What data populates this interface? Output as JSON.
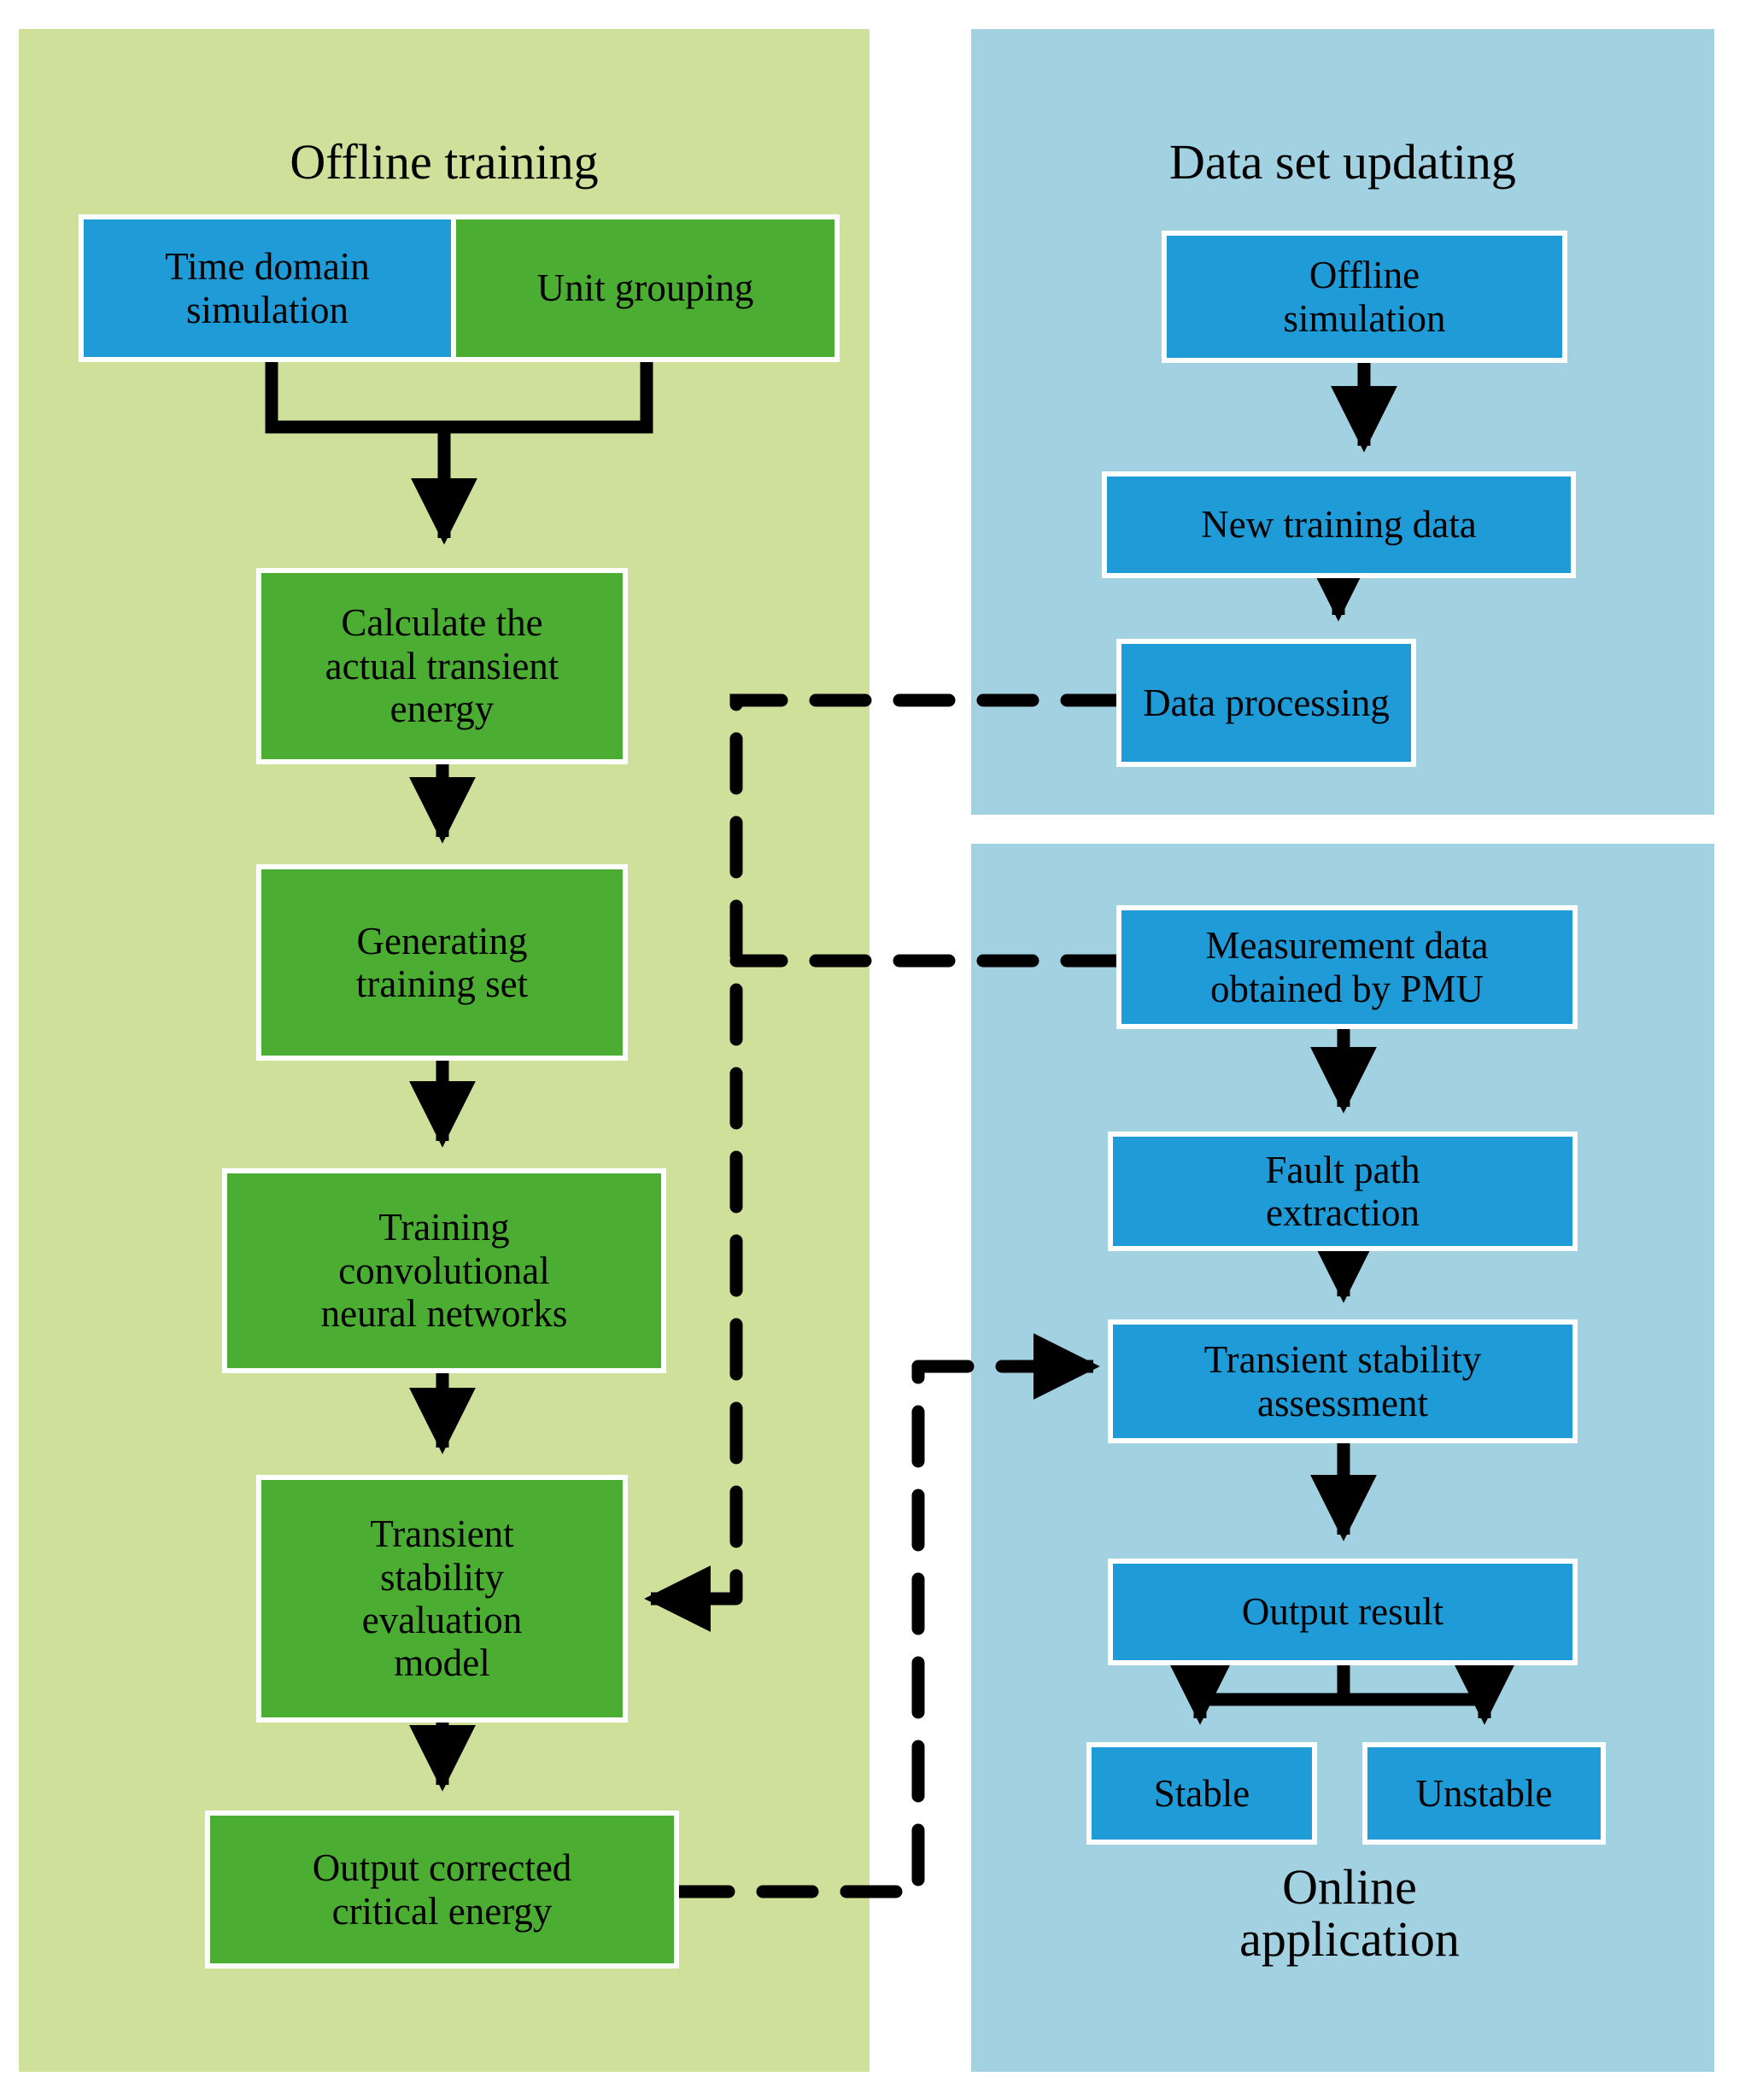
{
  "diagram": {
    "title": "Transient stability assessment workflow",
    "colors": {
      "panel_offline_bg": "#cfe09a",
      "panel_blue_bg": "#a2d2e2",
      "node_blue": "#1f9bd8",
      "node_green": "#4bad32",
      "node_border": "#ffffff",
      "arrow": "#000000",
      "text": "#000000"
    },
    "panels": [
      {
        "id": "offline-training",
        "title": "Offline training",
        "bg": "#cfe09a"
      },
      {
        "id": "data-set-updating",
        "title": "Data set  updating",
        "bg": "#a2d2e2"
      },
      {
        "id": "online-application",
        "title": "Online\napplication",
        "bg": "#a2d2e2"
      }
    ],
    "nodes": {
      "time_domain_simulation": "Time domain\nsimulation",
      "unit_grouping": "Unit grouping",
      "calculate_actual_transient_energy": "Calculate the\nactual transient\nenergy",
      "generating_training_set": "Generating\ntraining set",
      "training_convolutional_neural_networks": "Training\nconvolutional\nneural networks",
      "transient_stability_evaluation_model": "Transient\nstability\nevaluation\nmodel",
      "output_corrected_critical_energy": "Output corrected\ncritical energy",
      "offline_simulation": "Offline\nsimulation",
      "new_training_data": "New training data",
      "data_processing": "Data processing",
      "measurement_data_obtained_by_pmu": "Measurement data\nobtained by PMU",
      "fault_path_extraction": "Fault path\nextraction",
      "transient_stability_assessment": "Transient stability\nassessment",
      "output_result": "Output result",
      "stable": "Stable",
      "unstable": "Unstable"
    },
    "edges": [
      {
        "from": "time_domain_simulation",
        "to": "calculate_actual_transient_energy",
        "style": "solid"
      },
      {
        "from": "unit_grouping",
        "to": "calculate_actual_transient_energy",
        "style": "solid"
      },
      {
        "from": "calculate_actual_transient_energy",
        "to": "generating_training_set",
        "style": "solid"
      },
      {
        "from": "generating_training_set",
        "to": "training_convolutional_neural_networks",
        "style": "solid"
      },
      {
        "from": "training_convolutional_neural_networks",
        "to": "transient_stability_evaluation_model",
        "style": "solid"
      },
      {
        "from": "transient_stability_evaluation_model",
        "to": "output_corrected_critical_energy",
        "style": "solid"
      },
      {
        "from": "offline_simulation",
        "to": "new_training_data",
        "style": "solid"
      },
      {
        "from": "new_training_data",
        "to": "data_processing",
        "style": "solid"
      },
      {
        "from": "data_processing",
        "to": "transient_stability_evaluation_model",
        "style": "dashed"
      },
      {
        "from": "measurement_data_obtained_by_pmu",
        "to": "transient_stability_evaluation_model",
        "style": "dashed"
      },
      {
        "from": "measurement_data_obtained_by_pmu",
        "to": "fault_path_extraction",
        "style": "solid"
      },
      {
        "from": "fault_path_extraction",
        "to": "transient_stability_assessment",
        "style": "solid"
      },
      {
        "from": "output_corrected_critical_energy",
        "to": "transient_stability_assessment",
        "style": "dashed"
      },
      {
        "from": "transient_stability_assessment",
        "to": "output_result",
        "style": "solid"
      },
      {
        "from": "output_result",
        "to": "stable",
        "style": "solid"
      },
      {
        "from": "output_result",
        "to": "unstable",
        "style": "solid"
      }
    ]
  }
}
